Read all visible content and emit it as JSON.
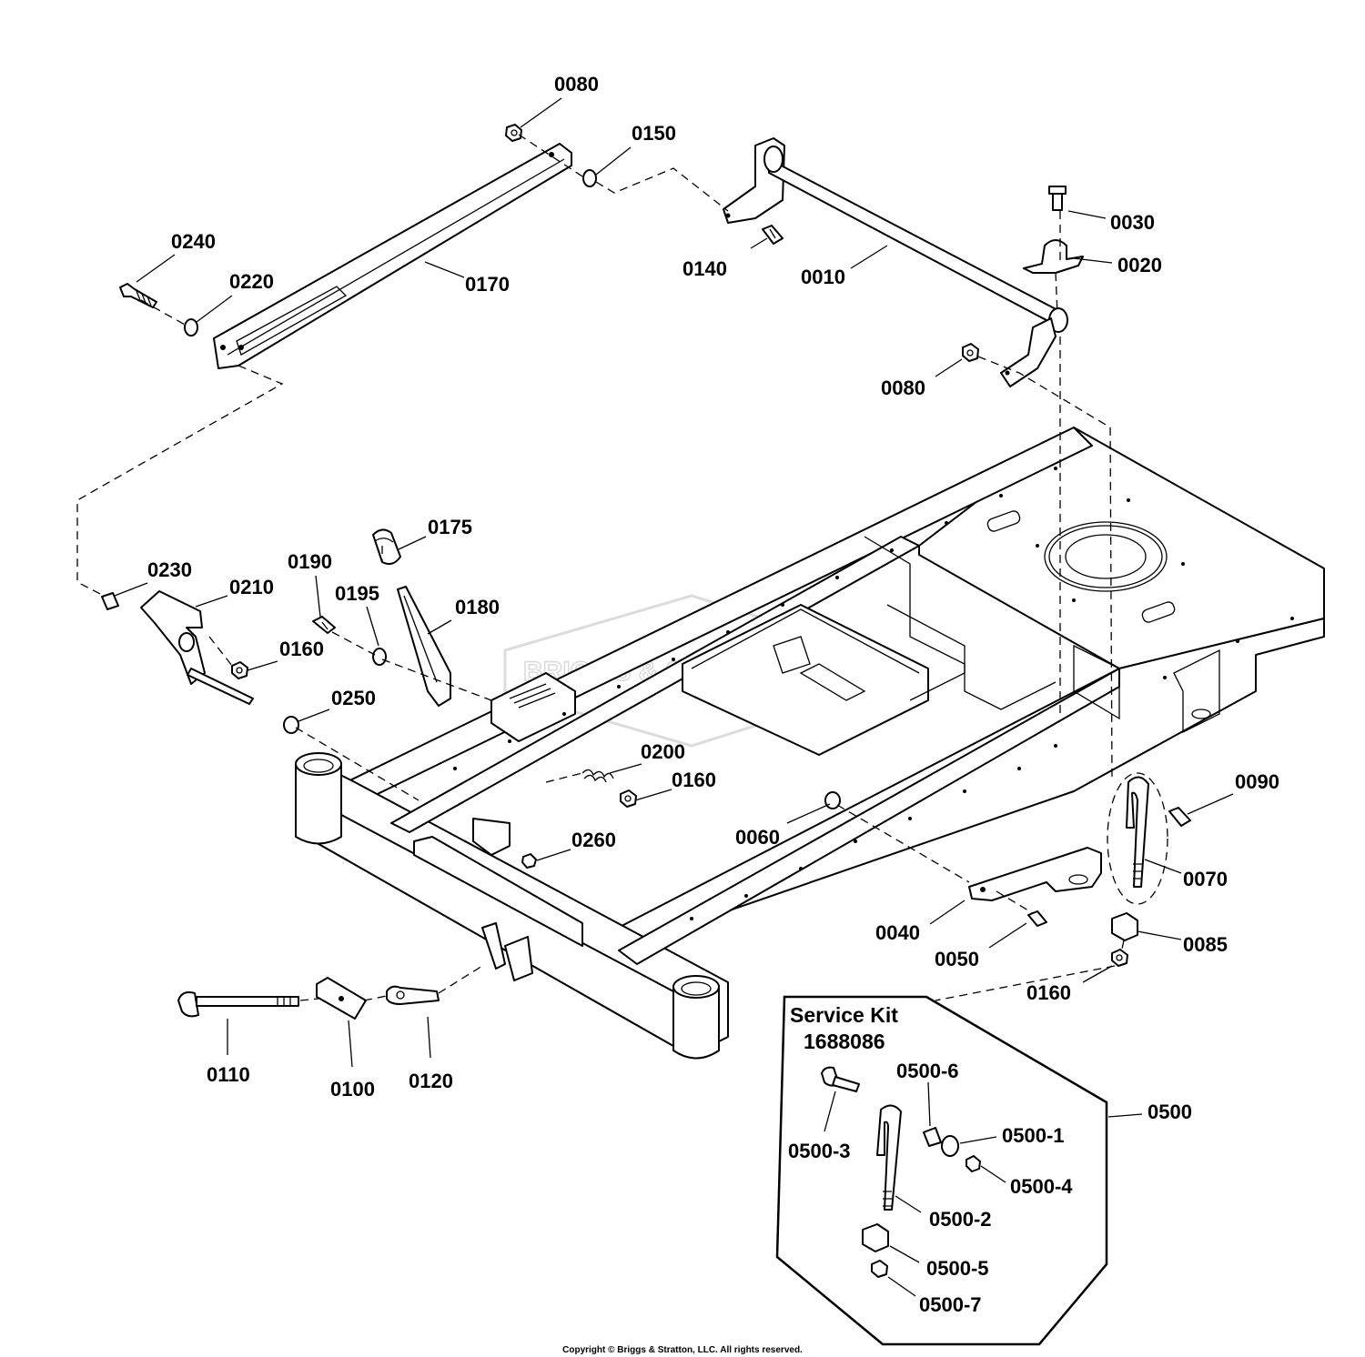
{
  "diagram": {
    "callouts": [
      "0010",
      "0020",
      "0030",
      "0040",
      "0050",
      "0060",
      "0070",
      "0080",
      "0080",
      "0085",
      "0090",
      "0100",
      "0110",
      "0120",
      "0140",
      "0150",
      "0160",
      "0160",
      "0160",
      "0170",
      "0175",
      "0180",
      "0190",
      "0195",
      "0200",
      "0210",
      "0220",
      "0230",
      "0240",
      "0250",
      "0260",
      "0500"
    ],
    "service_kit": {
      "title": "Service Kit",
      "number": "1688086",
      "callouts": [
        "0500-1",
        "0500-2",
        "0500-3",
        "0500-4",
        "0500-5",
        "0500-6",
        "0500-7"
      ]
    },
    "watermark": "BRIGGS & STRATTON",
    "copyright": "Copyright © Briggs & Stratton, LLC. All rights reserved."
  }
}
